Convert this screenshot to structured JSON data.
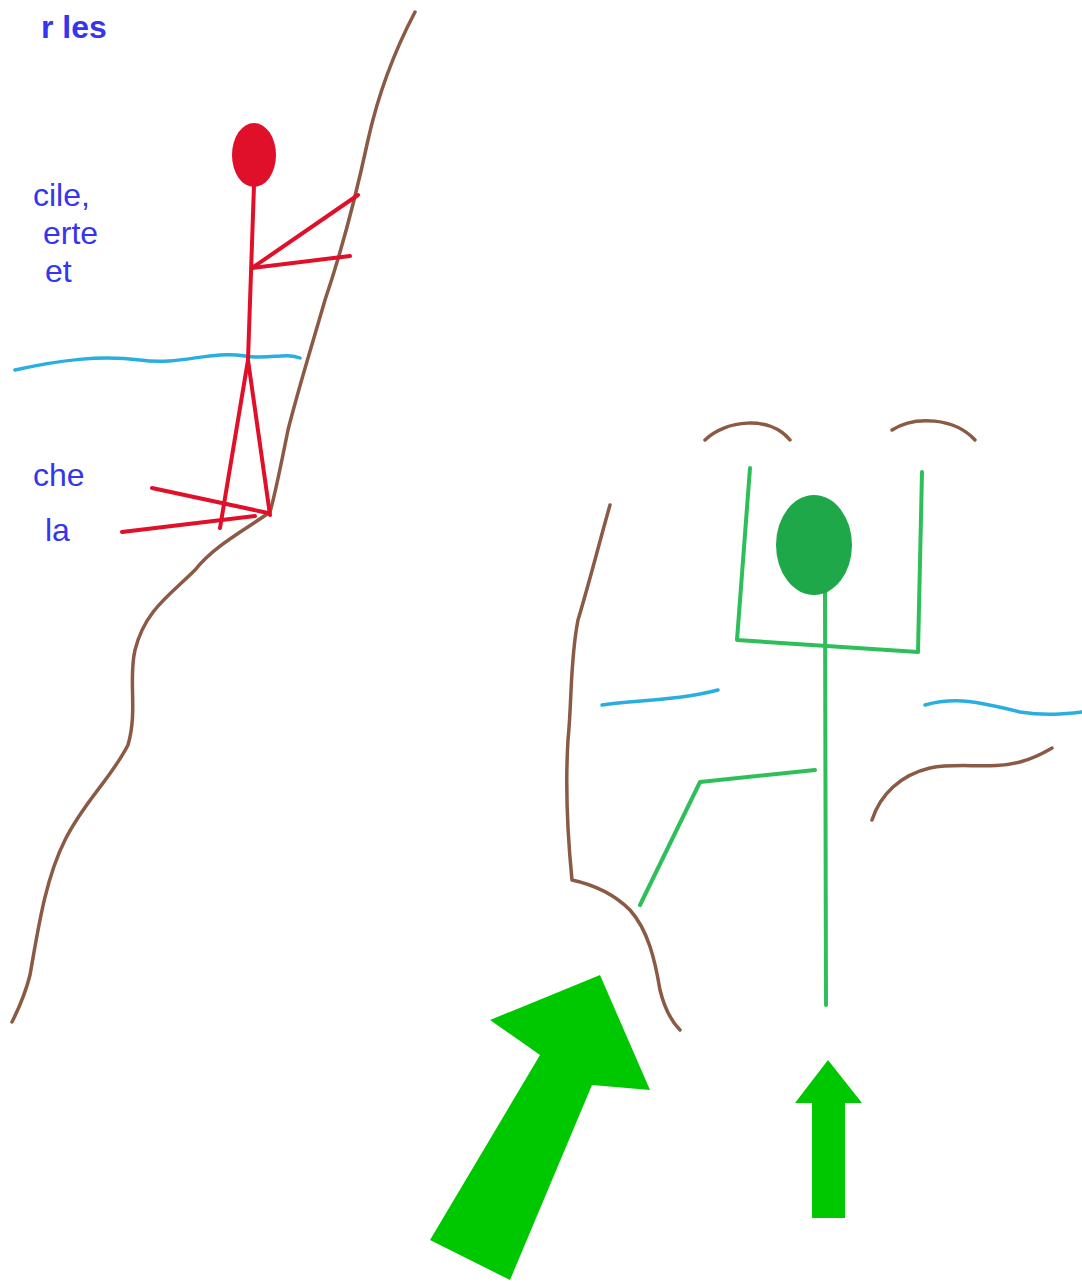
{
  "diagram": {
    "labels": [
      "r les",
      "cile,",
      "erte",
      "et",
      "che",
      "la"
    ]
  }
}
